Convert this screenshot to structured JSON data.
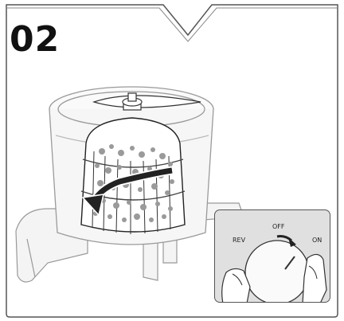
{
  "step": {
    "number": "02"
  },
  "dial": {
    "label_rev": "REV",
    "label_off": "OFF",
    "label_on": "ON"
  },
  "icons": {
    "rotation": "curved-arrow-icon",
    "dial_turn": "short-curved-arrow-icon"
  }
}
